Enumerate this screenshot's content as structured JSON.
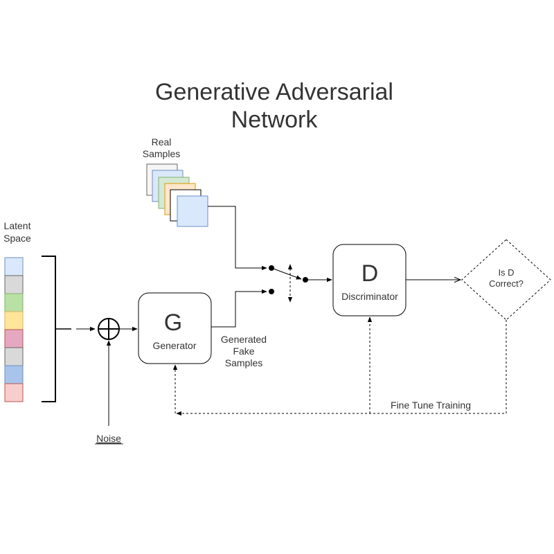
{
  "title": {
    "line1": "Generative Adversarial",
    "line2": "Network"
  },
  "real_samples": {
    "line1": "Real",
    "line2": "Samples"
  },
  "latent_space": {
    "line1": "Latent",
    "line2": "Space",
    "cells": [
      {
        "fill": "#dae8fc",
        "stroke": "#6c8ebf"
      },
      {
        "fill": "#d9d9d9",
        "stroke": "#666666"
      },
      {
        "fill": "#b9e0a5",
        "stroke": "#82b366"
      },
      {
        "fill": "#ffe599",
        "stroke": "#d6b656"
      },
      {
        "fill": "#e6a8c0",
        "stroke": "#b85450"
      },
      {
        "fill": "#d9d9d9",
        "stroke": "#666666"
      },
      {
        "fill": "#a9c4eb",
        "stroke": "#6c8ebf"
      },
      {
        "fill": "#f8cecc",
        "stroke": "#b85450"
      }
    ]
  },
  "generator": {
    "letter": "G",
    "label": "Generator"
  },
  "discriminator": {
    "letter": "D",
    "label": "Discriminator"
  },
  "generated": {
    "line1": "Generated",
    "line2": "Fake",
    "line3": "Samples"
  },
  "decision": {
    "line1": "Is D",
    "line2": "Correct?"
  },
  "noise": {
    "label": "Noise"
  },
  "feedback": {
    "label": "Fine Tune Training"
  },
  "colors": {
    "line": "#000000",
    "text": "#333333",
    "sample_fills": [
      "#f5f5f5",
      "#dae8fc",
      "#d5e8d4",
      "#ffe6cc",
      "#ffffff",
      "#dae8fc"
    ],
    "sample_strokes": [
      "#666666",
      "#6c8ebf",
      "#82b366",
      "#d79b00",
      "#000000",
      "#6c8ebf"
    ]
  }
}
